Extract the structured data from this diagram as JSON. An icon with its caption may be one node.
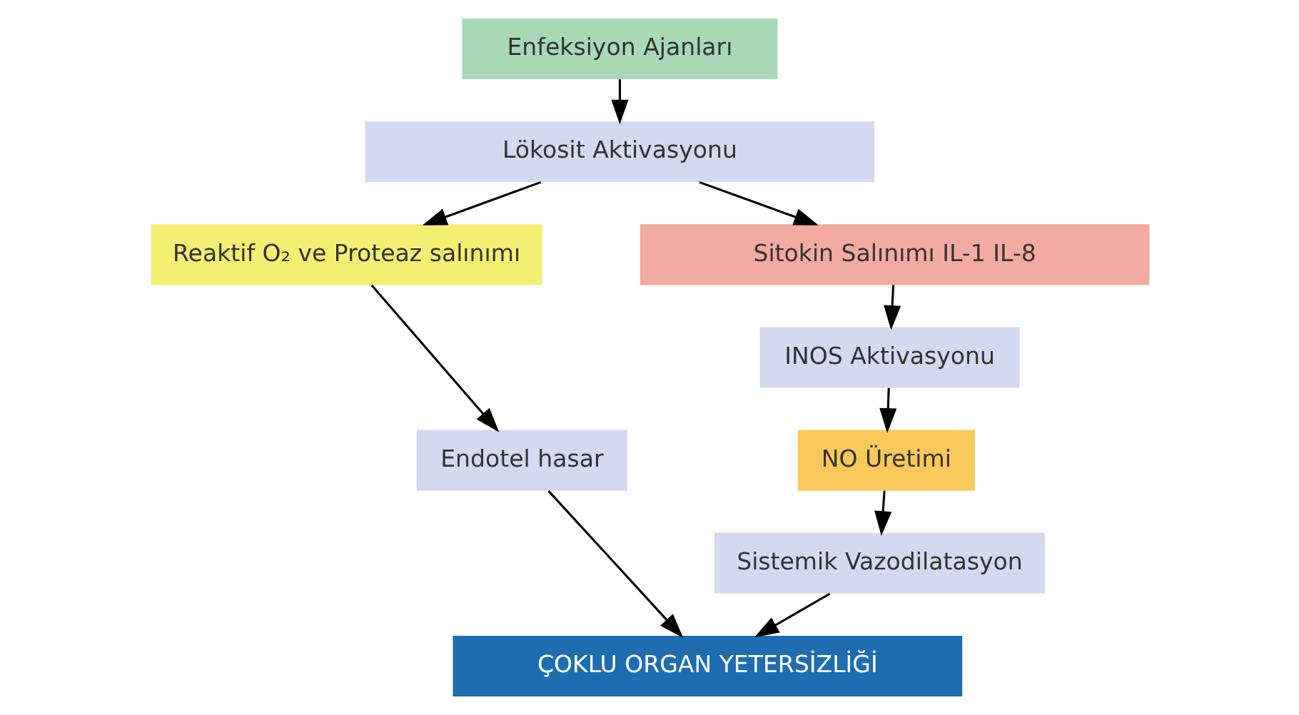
{
  "diagram": {
    "nodes": [
      {
        "text": [
          "Enfeksiyon Ajanları"
        ]
      },
      {
        "text": [
          "Lökosit Aktivasyonu"
        ]
      },
      {
        "text": [
          "Reaktif O₂ ve Proteaz salınımı"
        ]
      },
      {
        "text": [
          "Sitokin Salınımı IL-1 IL-8"
        ]
      },
      {
        "text": [
          "INOS Aktivasyonu"
        ]
      },
      {
        "text": [
          "Endotel hasar"
        ]
      },
      {
        "text": [
          "NO Üretimi"
        ]
      },
      {
        "text": [
          "Sistemik Vazodilatasyon"
        ]
      },
      {
        "text": [
          "ÇOKLU ORGAN YETERSİZLİĞİ"
        ]
      }
    ],
    "edges": [
      {
        "from": 0,
        "to": 1,
        "arrow": "to"
      },
      {
        "from": 1,
        "to": 3,
        "arrow": "to"
      },
      {
        "from": 1,
        "to": 2,
        "arrow": "to"
      },
      {
        "from": 3,
        "to": 4,
        "arrow": "to"
      },
      {
        "from": 4,
        "to": 6,
        "arrow": "to"
      },
      {
        "from": 6,
        "to": 7,
        "arrow": "to"
      },
      {
        "from": 7,
        "to": 8,
        "arrow": "to"
      },
      {
        "from": 2,
        "to": 5,
        "arrow": "to"
      },
      {
        "from": 5,
        "to": 8,
        "arrow": "to"
      }
    ]
  }
}
